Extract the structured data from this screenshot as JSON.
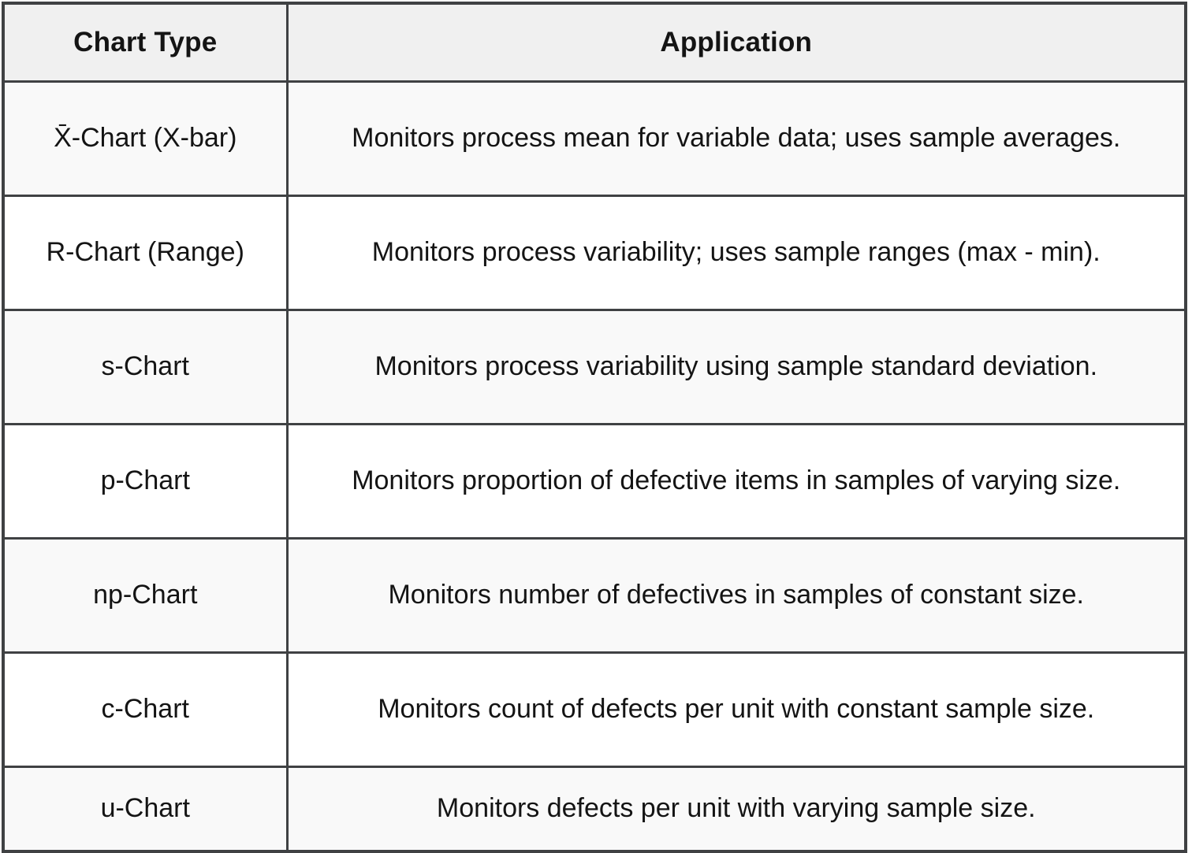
{
  "table": {
    "columns": [
      {
        "key": "chart_type",
        "label": "Chart Type"
      },
      {
        "key": "application",
        "label": "Application"
      }
    ],
    "rows": [
      {
        "chart_type": "X̄-Chart (X-bar)",
        "application": "Monitors process mean for variable data; uses sample averages."
      },
      {
        "chart_type": "R-Chart (Range)",
        "application": "Monitors process variability; uses sample ranges (max - min)."
      },
      {
        "chart_type": "s-Chart",
        "application": "Monitors process variability using sample standard deviation."
      },
      {
        "chart_type": "p-Chart",
        "application": "Monitors proportion of defective items in samples of varying size."
      },
      {
        "chart_type": "np-Chart",
        "application": "Monitors number of defectives in samples of constant size."
      },
      {
        "chart_type": "c-Chart",
        "application": "Monitors count of defects per unit with constant sample size."
      },
      {
        "chart_type": "u-Chart",
        "application": "Monitors defects per unit with varying sample size."
      }
    ]
  },
  "colors": {
    "border": "#3f4143",
    "header_background": "#f0f0f0",
    "row_shaded_background": "#f9f9f9",
    "row_plain_background": "#ffffff",
    "text": "#141414"
  },
  "chart_data": {
    "type": "table",
    "title": "",
    "columns": [
      "Chart Type",
      "Application"
    ],
    "rows": [
      [
        "X̄-Chart (X-bar)",
        "Monitors process mean for variable data; uses sample averages."
      ],
      [
        "R-Chart (Range)",
        "Monitors process variability; uses sample ranges (max - min)."
      ],
      [
        "s-Chart",
        "Monitors process variability using sample standard deviation."
      ],
      [
        "p-Chart",
        "Monitors proportion of defective items in samples of varying size."
      ],
      [
        "np-Chart",
        "Monitors number of defectives in samples of constant size."
      ],
      [
        "c-Chart",
        "Monitors count of defects per unit with constant sample size."
      ],
      [
        "u-Chart",
        "Monitors defects per unit with varying sample size."
      ]
    ]
  }
}
